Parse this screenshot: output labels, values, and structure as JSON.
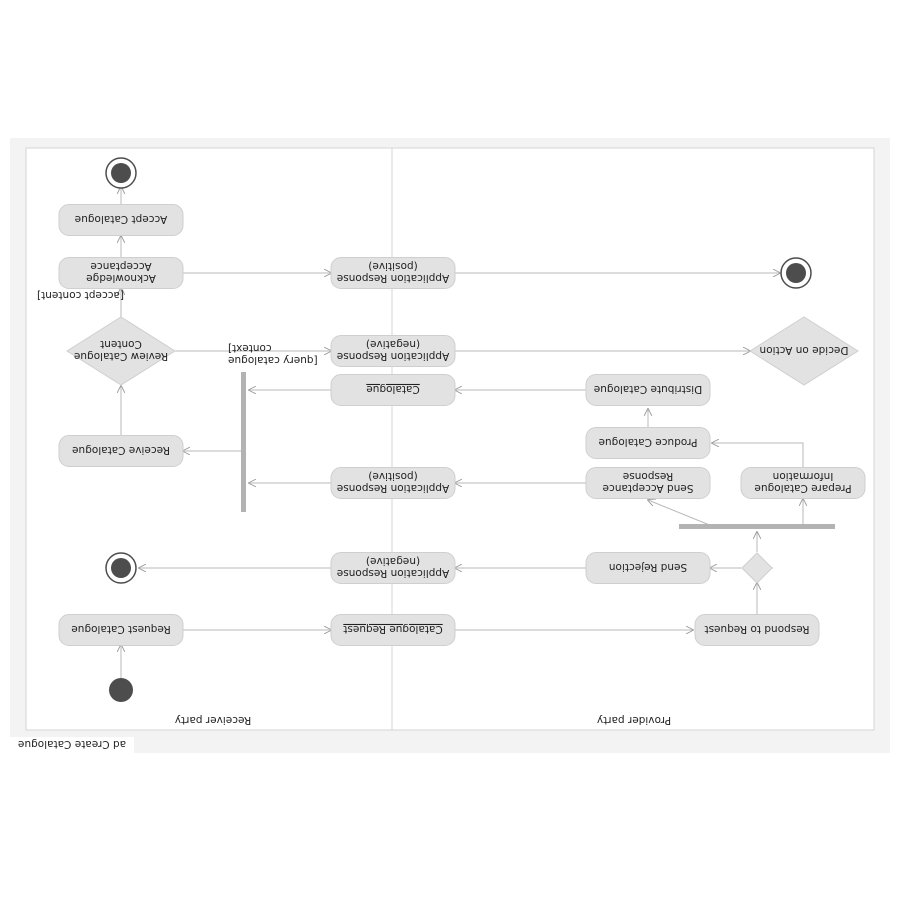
{
  "diagram": {
    "title": "ad Create Catalogue",
    "lanes": [
      {
        "id": "receiver",
        "label": "Receiver party"
      },
      {
        "id": "provider",
        "label": "Provider party"
      }
    ],
    "nodes": [
      {
        "id": "request_catalogue",
        "kind": "action",
        "lines": [
          "Request Catalogue"
        ]
      },
      {
        "id": "catalogue_request",
        "kind": "object",
        "lines": [
          "Catalogue Request"
        ],
        "underline": true
      },
      {
        "id": "respond_to_request",
        "kind": "action",
        "lines": [
          "Respond to Request"
        ]
      },
      {
        "id": "send_rejection",
        "kind": "action",
        "lines": [
          "Send Rejection"
        ]
      },
      {
        "id": "app_response_negative_1",
        "kind": "object",
        "lines": [
          "Application Response",
          "(negative)"
        ]
      },
      {
        "id": "send_acceptance",
        "kind": "action",
        "lines": [
          "Send Acceptance",
          "Response"
        ]
      },
      {
        "id": "prepare_catalogue",
        "kind": "action",
        "lines": [
          "Prepare Catalogue",
          "Information"
        ]
      },
      {
        "id": "produce_catalogue",
        "kind": "action",
        "lines": [
          "Produce Catalogue"
        ]
      },
      {
        "id": "distribute_catalogue",
        "kind": "action",
        "lines": [
          "Distribute Catalogue"
        ]
      },
      {
        "id": "app_response_positive_1",
        "kind": "object",
        "lines": [
          "Application Response",
          "(positive)"
        ]
      },
      {
        "id": "catalogue",
        "kind": "object",
        "lines": [
          "Catalogue"
        ],
        "underline": true
      },
      {
        "id": "receive_catalogue",
        "kind": "action",
        "lines": [
          "Receive Catalogue"
        ]
      },
      {
        "id": "review_catalogue",
        "kind": "decision",
        "lines": [
          "Review Catalogue",
          "Content"
        ]
      },
      {
        "id": "app_response_negative_2",
        "kind": "object",
        "lines": [
          "Application Response",
          "(negative)"
        ]
      },
      {
        "id": "decide_on_action",
        "kind": "decision",
        "lines": [
          "Decide on Action"
        ]
      },
      {
        "id": "acknowledge_acceptance",
        "kind": "action",
        "lines": [
          "Acknowledge",
          "Acceptance"
        ]
      },
      {
        "id": "app_response_positive_2",
        "kind": "object",
        "lines": [
          "Application Response",
          "(positive)"
        ]
      },
      {
        "id": "accept_catalogue",
        "kind": "action",
        "lines": [
          "Accept Catalogue"
        ]
      }
    ],
    "guards": [
      {
        "id": "query_catalogue",
        "lines": [
          "[query catalogue",
          "context]"
        ]
      },
      {
        "id": "accept_content",
        "lines": [
          "[accept content]"
        ]
      }
    ],
    "pseudo": [
      {
        "id": "initial",
        "kind": "initial"
      },
      {
        "id": "final_receiver_bottom",
        "kind": "final"
      },
      {
        "id": "final_receiver_top",
        "kind": "final"
      },
      {
        "id": "final_provider",
        "kind": "final"
      },
      {
        "id": "request_decision",
        "kind": "decision-small"
      },
      {
        "id": "fork_provider",
        "kind": "fork"
      },
      {
        "id": "join_receiver",
        "kind": "join"
      }
    ]
  },
  "colors": {
    "background": "#ffffff",
    "frame_background": "#f3f3f3",
    "frame_border": "#d6d6d6",
    "node_fill": "#e2e2e2",
    "edge": "#b9b9b9",
    "bar": "#b3b3b3",
    "initial_final": "#4d4d4d",
    "text": "#222222"
  }
}
